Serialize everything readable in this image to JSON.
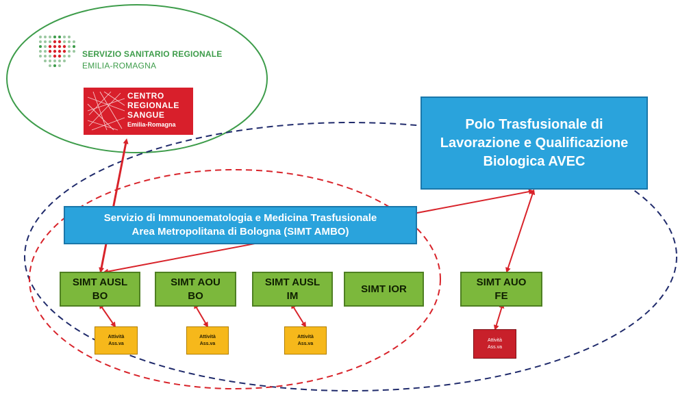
{
  "ssr": {
    "line1": "SERVIZIO SANITARIO REGIONALE",
    "line2": "EMILIA-ROMAGNA"
  },
  "crs": {
    "line1": "CENTRO",
    "line2": "REGIONALE",
    "line3": "SANGUE",
    "sub": "Emilia-Romagna"
  },
  "polo": {
    "line1": "Polo Trasfusionale di",
    "line2": "Lavorazione e Qualificazione",
    "line3": "Biologica AVEC"
  },
  "simt_ambo": {
    "line1": "Servizio di Immunoematologia  e Medicina Trasfusionale",
    "line2": "Area Metropolitana di Bologna (SIMT AMBO)"
  },
  "units": [
    {
      "line1": "SIMT AUSL",
      "line2": "BO"
    },
    {
      "line1": "SIMT AOU",
      "line2": "BO"
    },
    {
      "line1": "SIMT AUSL",
      "line2": "IM"
    },
    {
      "line1": "SIMT IOR",
      "line2": ""
    },
    {
      "line1": "SIMT AUO",
      "line2": "FE"
    }
  ],
  "activities": [
    {
      "line1": "Attività",
      "line2": "Ass.va"
    },
    {
      "line1": "Attività",
      "line2": "Ass.va"
    },
    {
      "line1": "Attività",
      "line2": "Ass.va"
    },
    {
      "line1": "Attività",
      "line2": "Ass.va"
    }
  ],
  "colors": {
    "green_ellipse": "#3d9c4a",
    "navy_dashed": "#1f2a6b",
    "red_dashed": "#d8232a",
    "arrow": "#d8232a",
    "blue_box": "#2aa3dc",
    "green_box": "#7cb83c",
    "activity_box": "#f6b81b",
    "activity_box_red": "#c8202a"
  }
}
